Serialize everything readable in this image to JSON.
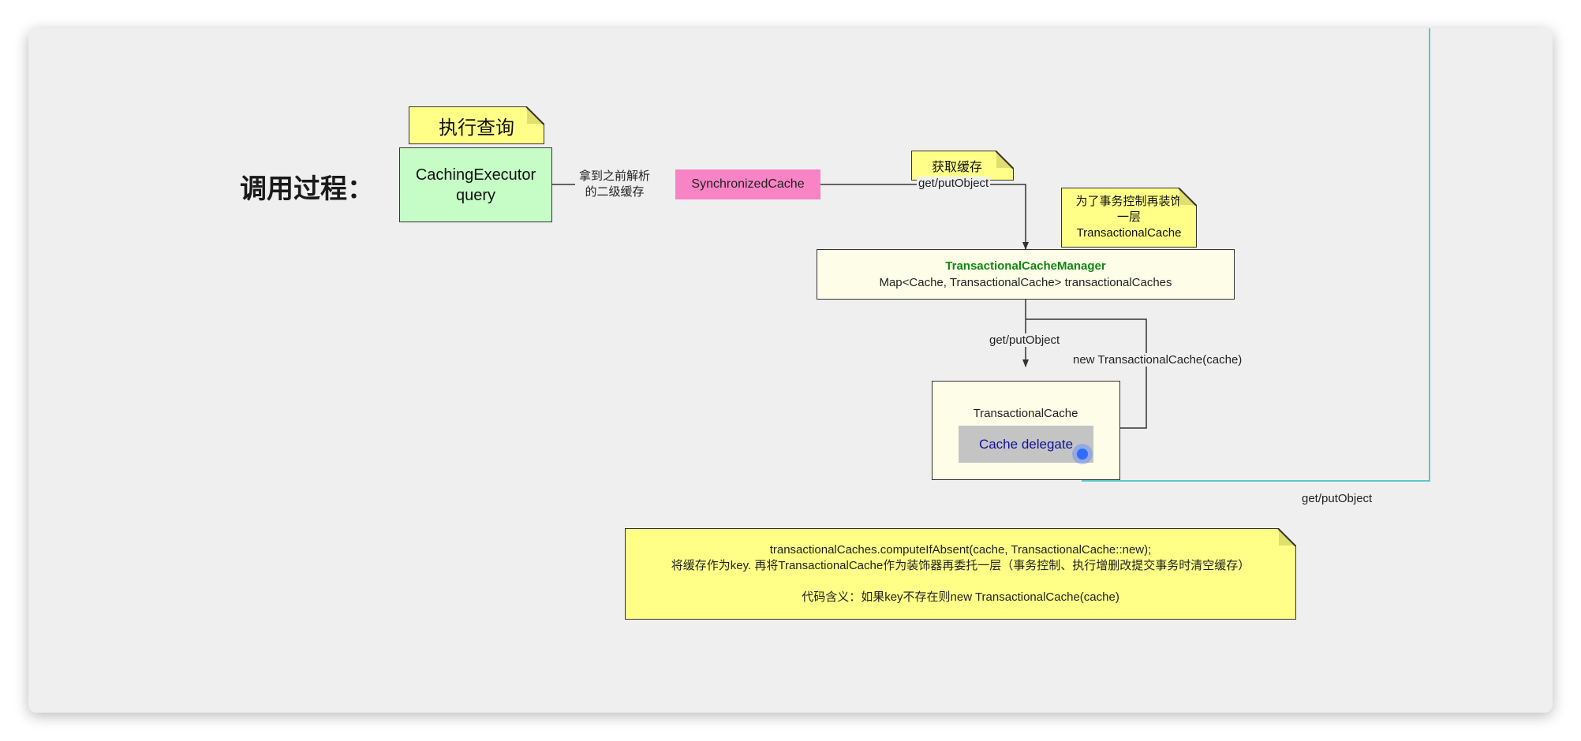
{
  "heading": "调用过程：",
  "notes": {
    "exec_query": "执行查询",
    "get_cache": "获取缓存",
    "decorate": [
      "为了事务控制再装饰",
      "一层",
      "TransactionalCache"
    ],
    "code": {
      "line1": "transactionalCaches.computeIfAbsent(cache, TransactionalCache::new);",
      "line2": "将缓存作为key.  再将TransactionalCache作为装饰器再委托一层（事务控制、执行增删改提交事务时清空缓存）",
      "line3": "代码含义：如果key不存在则new TransactionalCache(cache)"
    }
  },
  "nodes": {
    "caching_executor": {
      "line1": "CachingExecutor",
      "line2": "query"
    },
    "synchronized_cache": "SynchronizedCache",
    "tx_cache_manager": {
      "title": "TransactionalCacheManager",
      "subtitle": "Map<Cache, TransactionalCache> transactionalCaches"
    },
    "tx_cache": {
      "title": "TransactionalCache",
      "delegate": "Cache delegate"
    }
  },
  "edge_labels": {
    "prev_parse": [
      "拿到之前解析",
      "的二级缓存"
    ],
    "get_put_1": "get/putObject",
    "get_put_2": "get/putObject",
    "new_tx_cache": "new TransactionalCache(cache)",
    "get_put_3": "get/putObject"
  },
  "colors": {
    "executor_fill": "#c6fcc6",
    "sync_fill": "#f883c5",
    "manager_fill": "#fdfde8",
    "manager_title": "#118811",
    "note_fill": "#ffff88",
    "delegate_fill": "#c4c4c4",
    "delegate_text": "#111199",
    "cyan_line": "#45c4c8",
    "handle": "#2f6bff"
  }
}
